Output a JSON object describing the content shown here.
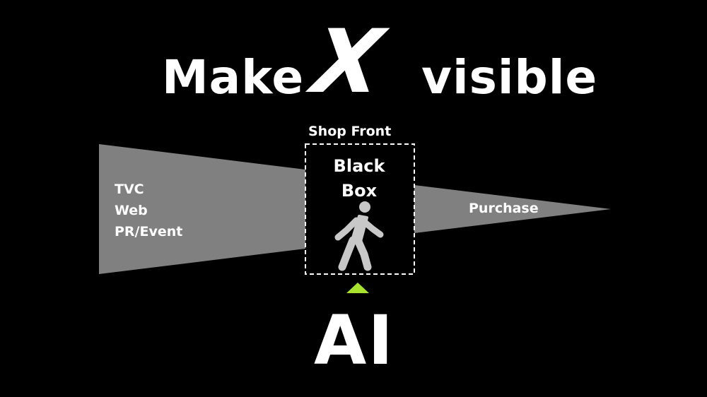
{
  "title": {
    "word_before": "Make",
    "emphasis": "X",
    "word_after": "visible"
  },
  "funnel": {
    "channels": [
      "TVC",
      "Web",
      "PR/Event"
    ],
    "outcome": "Purchase"
  },
  "shop_front": {
    "label": "Shop Front",
    "box_line1": "Black",
    "box_line2": "Box",
    "figure_icon": "walking-person-icon"
  },
  "ai": {
    "label": "AI",
    "arrow_icon": "triangle-up-icon"
  },
  "colors": {
    "background": "#000000",
    "text": "#ffffff",
    "funnel_fill": "#808080",
    "box_border": "#ffffff",
    "figure": "#c8c8c8",
    "arrow": "#a6e22e"
  }
}
